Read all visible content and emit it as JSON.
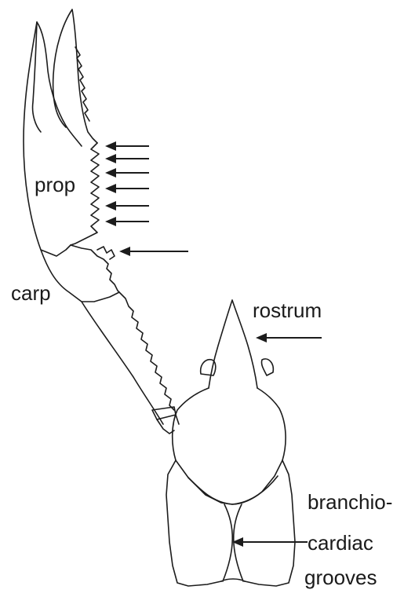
{
  "labels": {
    "prop": "prop",
    "carp": "carp",
    "rostrum": "rostrum",
    "grooves_line1": "branchio-",
    "grooves_line2": "cardiac",
    "grooves_line3": "grooves"
  },
  "colors": {
    "line": "#1c1c1c",
    "background": "#ffffff"
  }
}
